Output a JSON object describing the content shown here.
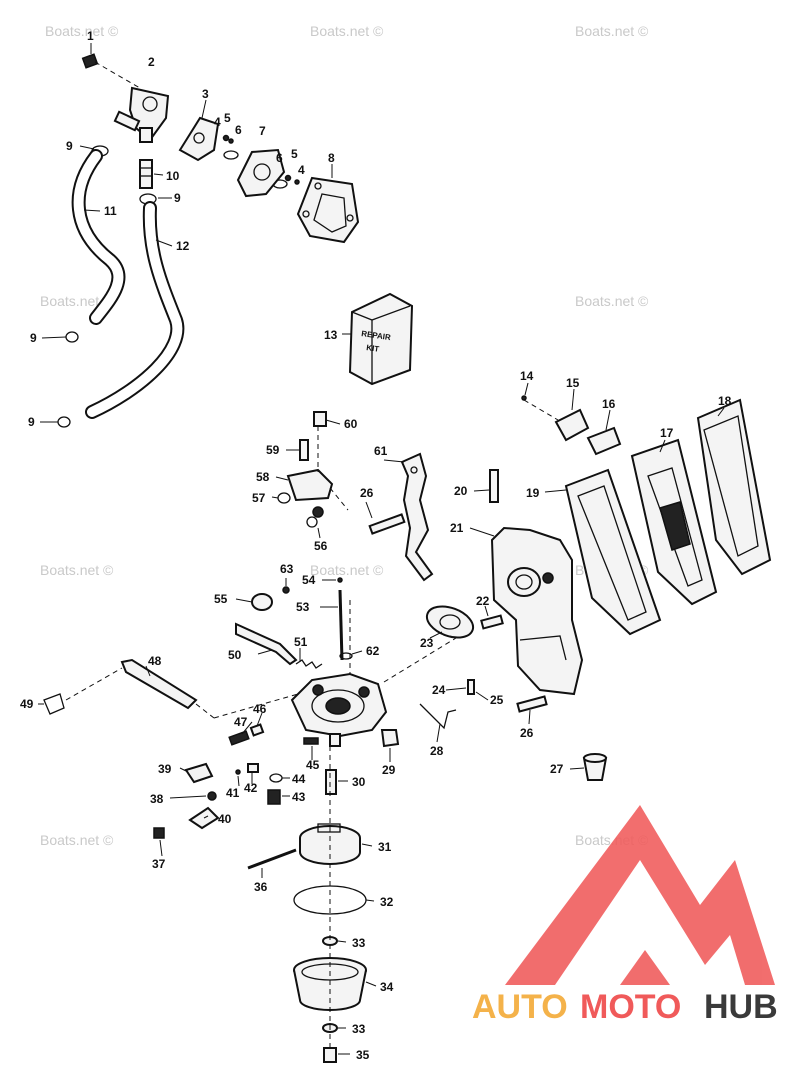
{
  "watermark": "Boats.net ©",
  "kit_label": {
    "line1": "REPAIR",
    "line2": "KIT"
  },
  "callouts": {
    "c1": "1",
    "c2": "2",
    "c3": "3",
    "c4a": "4",
    "c4b": "4",
    "c5a": "5",
    "c5b": "5",
    "c6a": "6",
    "c6b": "6",
    "c7": "7",
    "c8": "8",
    "c9a": "9",
    "c9b": "9",
    "c9c": "9",
    "c9d": "9",
    "c10": "10",
    "c11": "11",
    "c12": "12",
    "c13": "13",
    "c14": "14",
    "c15": "15",
    "c16": "16",
    "c17": "17",
    "c18": "18",
    "c19": "19",
    "c20": "20",
    "c21": "21",
    "c22": "22",
    "c23": "23",
    "c24": "24",
    "c25": "25",
    "c26a": "26",
    "c26b": "26",
    "c27": "27",
    "c28": "28",
    "c29": "29",
    "c30": "30",
    "c31": "31",
    "c32": "32",
    "c33a": "33",
    "c33b": "33",
    "c34": "34",
    "c35": "35",
    "c36": "36",
    "c37": "37",
    "c38": "38",
    "c39": "39",
    "c40": "40",
    "c41": "41",
    "c42": "42",
    "c43": "43",
    "c44": "44",
    "c45": "45",
    "c46": "46",
    "c47": "47",
    "c48": "48",
    "c49": "49",
    "c50": "50",
    "c51": "51",
    "c53": "53",
    "c54": "54",
    "c55": "55",
    "c56": "56",
    "c57": "57",
    "c58": "58",
    "c59": "59",
    "c60": "60",
    "c61": "61",
    "c62": "62",
    "c63": "63"
  },
  "logo": {
    "part1": "AUTO",
    "part2": "MOTO",
    "part3": "HUB",
    "colors": {
      "primary": "#f05a5a",
      "secondary": "#f4b24a",
      "dark": "#3a3a3a"
    }
  }
}
